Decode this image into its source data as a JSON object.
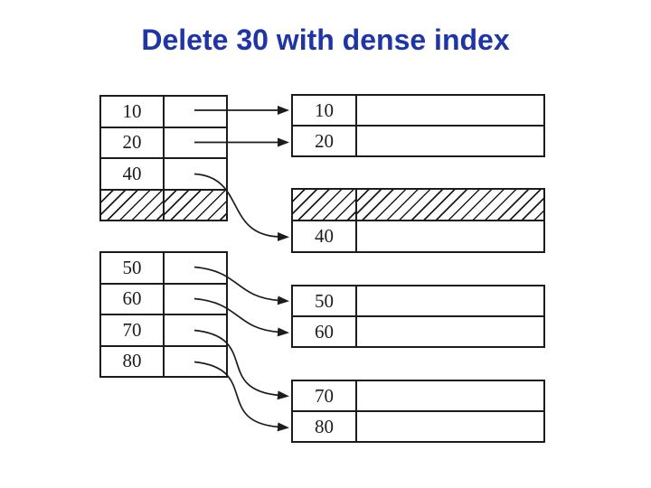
{
  "title": "Delete 30 with dense index",
  "colors": {
    "title_blue": "#1f35a5",
    "line_black": "#1c1c1c"
  },
  "index_tables": [
    {
      "name": "index-table-1",
      "rows": [
        {
          "key": "10"
        },
        {
          "key": "20"
        },
        {
          "key": "40"
        },
        {
          "key": "",
          "hatched": true
        }
      ]
    },
    {
      "name": "index-table-2",
      "rows": [
        {
          "key": "50"
        },
        {
          "key": "60"
        },
        {
          "key": "70"
        },
        {
          "key": "80"
        }
      ]
    }
  ],
  "data_blocks": [
    {
      "name": "data-block-1",
      "rows": [
        {
          "key": "10",
          "record": ""
        },
        {
          "key": "20",
          "record": ""
        }
      ]
    },
    {
      "name": "data-block-2",
      "rows": [
        {
          "key": "",
          "record": "",
          "hatched": true
        },
        {
          "key": "40",
          "record": ""
        }
      ]
    },
    {
      "name": "data-block-3",
      "rows": [
        {
          "key": "50",
          "record": ""
        },
        {
          "key": "60",
          "record": ""
        }
      ]
    },
    {
      "name": "data-block-4",
      "rows": [
        {
          "key": "70",
          "record": ""
        },
        {
          "key": "80",
          "record": ""
        }
      ]
    }
  ],
  "pointers": [
    {
      "from": "index 10",
      "to": "data-block-1 row 10"
    },
    {
      "from": "index 20",
      "to": "data-block-1 row 20"
    },
    {
      "from": "index 40",
      "to": "data-block-2 row 40"
    },
    {
      "from": "index 50",
      "to": "data-block-3 row 50"
    },
    {
      "from": "index 60",
      "to": "data-block-3 row 60"
    },
    {
      "from": "index 70",
      "to": "data-block-4 row 70"
    },
    {
      "from": "index 80",
      "to": "data-block-4 row 80"
    }
  ]
}
